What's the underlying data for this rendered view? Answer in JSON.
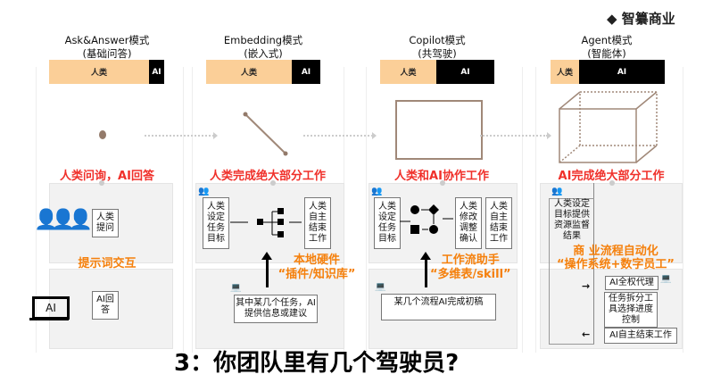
{
  "logo": "智纂商业",
  "columns": [
    {
      "title": "Ask&Answer模式",
      "subtitle": "(基础问答)",
      "human": "人类",
      "ai": "AI",
      "caption": "人类问询，AI回答"
    },
    {
      "title": "Embedding模式",
      "subtitle": "(嵌入式)",
      "human": "人类",
      "ai": "AI",
      "caption": "人类完成绝大部分工作"
    },
    {
      "title": "Copilot模式",
      "subtitle": "(共驾驶)",
      "human": "人类",
      "ai": "AI",
      "caption": "人类和AI协作工作"
    },
    {
      "title": "Agent模式",
      "subtitle": "(智能体)",
      "human": "人类",
      "ai": "AI",
      "caption": "AI完成绝大部分工作"
    }
  ],
  "col1": {
    "human_box": "人类提问",
    "ai_box": "AI回答",
    "label": "提示词交互",
    "laptop": "AI"
  },
  "col2": {
    "human_box": "人类设定任务目标",
    "end_box": "人类自主结束工作",
    "ai_box": "其中某几个任务，AI提供信息或建议",
    "label1": "本地硬件",
    "label2": "“插件/知识库”"
  },
  "col3": {
    "human_box": "人类设定任务目标",
    "review_box": "人类修改调整确认",
    "end_box": "人类自主结束工作",
    "ai_box": "某几个流程AI完成初稿",
    "label1": "工作流助手",
    "label2": "“多维表/skill”"
  },
  "col4": {
    "human_box": "人类设定目标提供资源监督结果",
    "label1": "商 业流程自动化",
    "label2": "“操作系统+数字员工”",
    "proxy": "AI全权代理",
    "tasks": "任务拆分工具选择进度控制",
    "end": "AI自主结束工作"
  },
  "question": "3：你团队里有几个驾驶员?",
  "colors": {
    "human": "#fbcf98",
    "ai": "#000000",
    "red": "#f0302a",
    "orange": "#f5800c"
  }
}
